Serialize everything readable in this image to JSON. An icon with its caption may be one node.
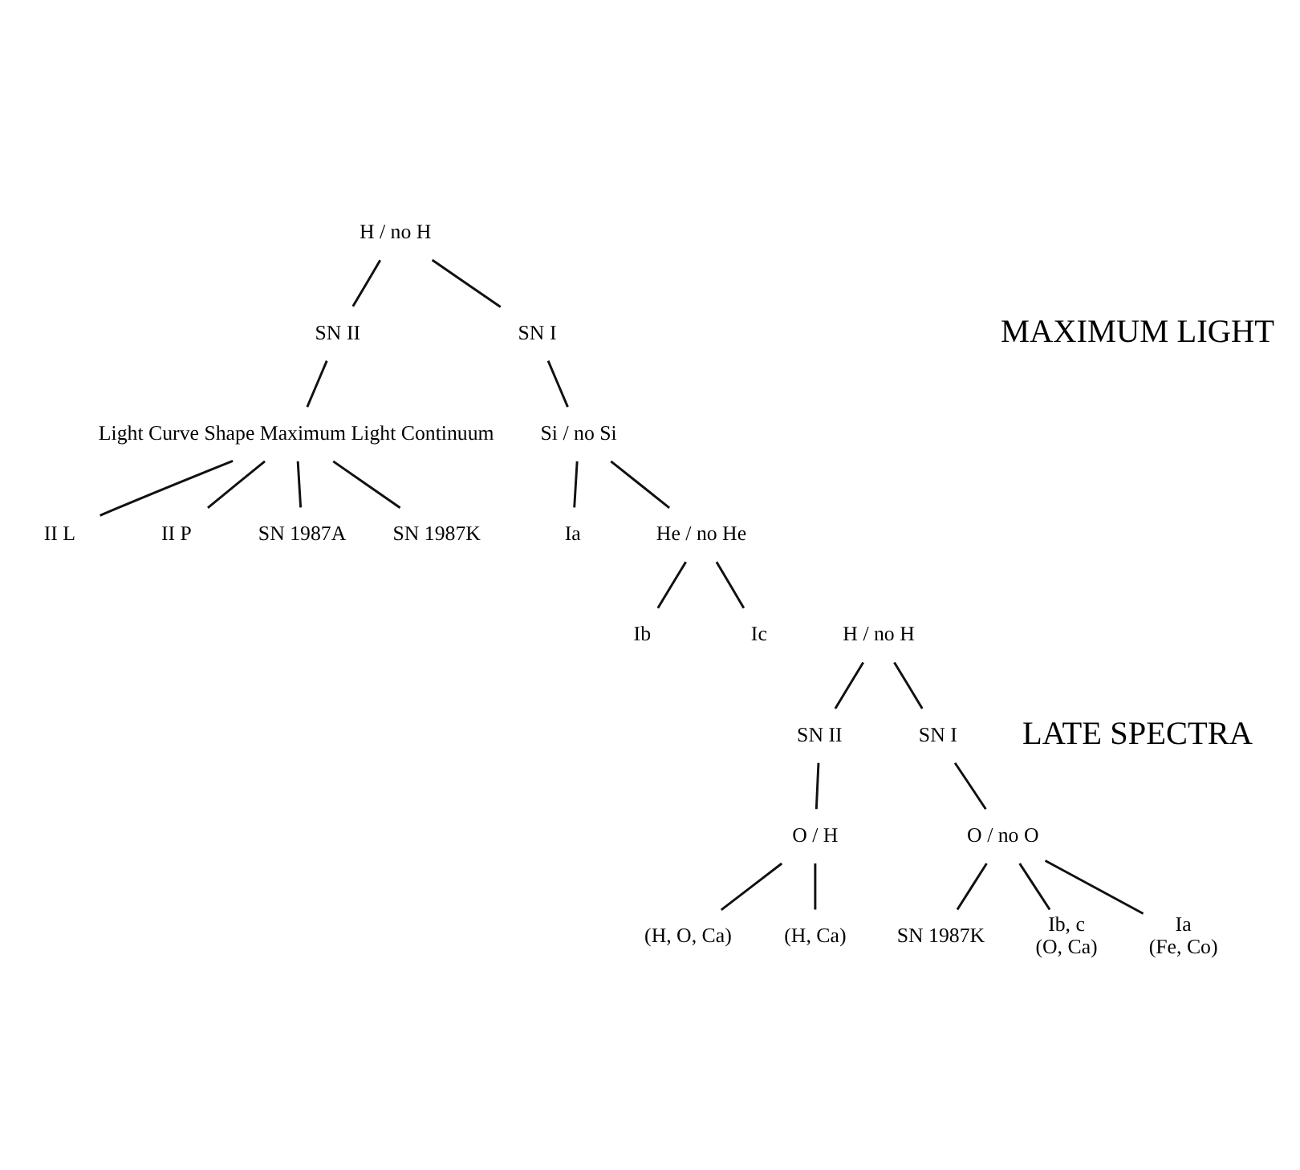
{
  "diagram": {
    "nodes": [
      {
        "text": [
          "H / no H"
        ]
      },
      {
        "text": [
          "SN II"
        ]
      },
      {
        "text": [
          "SN I"
        ]
      },
      {
        "text": [
          "Light Curve Shape Maximum Light Continuum"
        ]
      },
      {
        "text": [
          "II L"
        ]
      },
      {
        "text": [
          "II P"
        ]
      },
      {
        "text": [
          "SN 1987A"
        ]
      },
      {
        "text": [
          "SN 1987K"
        ]
      },
      {
        "text": [
          "Si / no Si"
        ]
      },
      {
        "text": [
          "Ia"
        ]
      },
      {
        "text": [
          "He / no He"
        ]
      },
      {
        "text": [
          "Ib"
        ]
      },
      {
        "text": [
          "Ic"
        ]
      },
      {
        "text": [
          "H / no H"
        ]
      },
      {
        "text": [
          "SN II"
        ]
      },
      {
        "text": [
          "SN I"
        ]
      },
      {
        "text": [
          "O / H"
        ]
      },
      {
        "text": [
          "(H, O, Ca)"
        ]
      },
      {
        "text": [
          "(H, Ca)"
        ]
      },
      {
        "text": [
          "O / no O"
        ]
      },
      {
        "text": [
          "SN 1987K"
        ]
      },
      {
        "text": [
          "Ib, c",
          "(O, Ca)"
        ]
      },
      {
        "text": [
          "Ia",
          "(Fe, Co)"
        ]
      }
    ],
    "edges": [
      {
        "from": 0,
        "to": 1,
        "arrow": "none"
      },
      {
        "from": 0,
        "to": 2,
        "arrow": "none"
      },
      {
        "from": 1,
        "to": 3,
        "arrow": "none"
      },
      {
        "from": 3,
        "to": 4,
        "arrow": "none"
      },
      {
        "from": 3,
        "to": 5,
        "arrow": "none"
      },
      {
        "from": 3,
        "to": 6,
        "arrow": "none"
      },
      {
        "from": 3,
        "to": 7,
        "arrow": "none"
      },
      {
        "from": 2,
        "to": 8,
        "arrow": "none"
      },
      {
        "from": 8,
        "to": 9,
        "arrow": "none"
      },
      {
        "from": 8,
        "to": 10,
        "arrow": "none"
      },
      {
        "from": 10,
        "to": 11,
        "arrow": "none"
      },
      {
        "from": 10,
        "to": 12,
        "arrow": "none"
      },
      {
        "from": 13,
        "to": 14,
        "arrow": "none"
      },
      {
        "from": 13,
        "to": 15,
        "arrow": "none"
      },
      {
        "from": 14,
        "to": 16,
        "arrow": "none"
      },
      {
        "from": 16,
        "to": 17,
        "arrow": "none"
      },
      {
        "from": 16,
        "to": 18,
        "arrow": "none"
      },
      {
        "from": 15,
        "to": 19,
        "arrow": "none"
      },
      {
        "from": 19,
        "to": 20,
        "arrow": "none"
      },
      {
        "from": 19,
        "to": 21,
        "arrow": "none"
      },
      {
        "from": 19,
        "to": 22,
        "arrow": "none"
      }
    ],
    "labels": [
      "MAXIMUM LIGHT",
      "LATE SPECTRA"
    ]
  }
}
